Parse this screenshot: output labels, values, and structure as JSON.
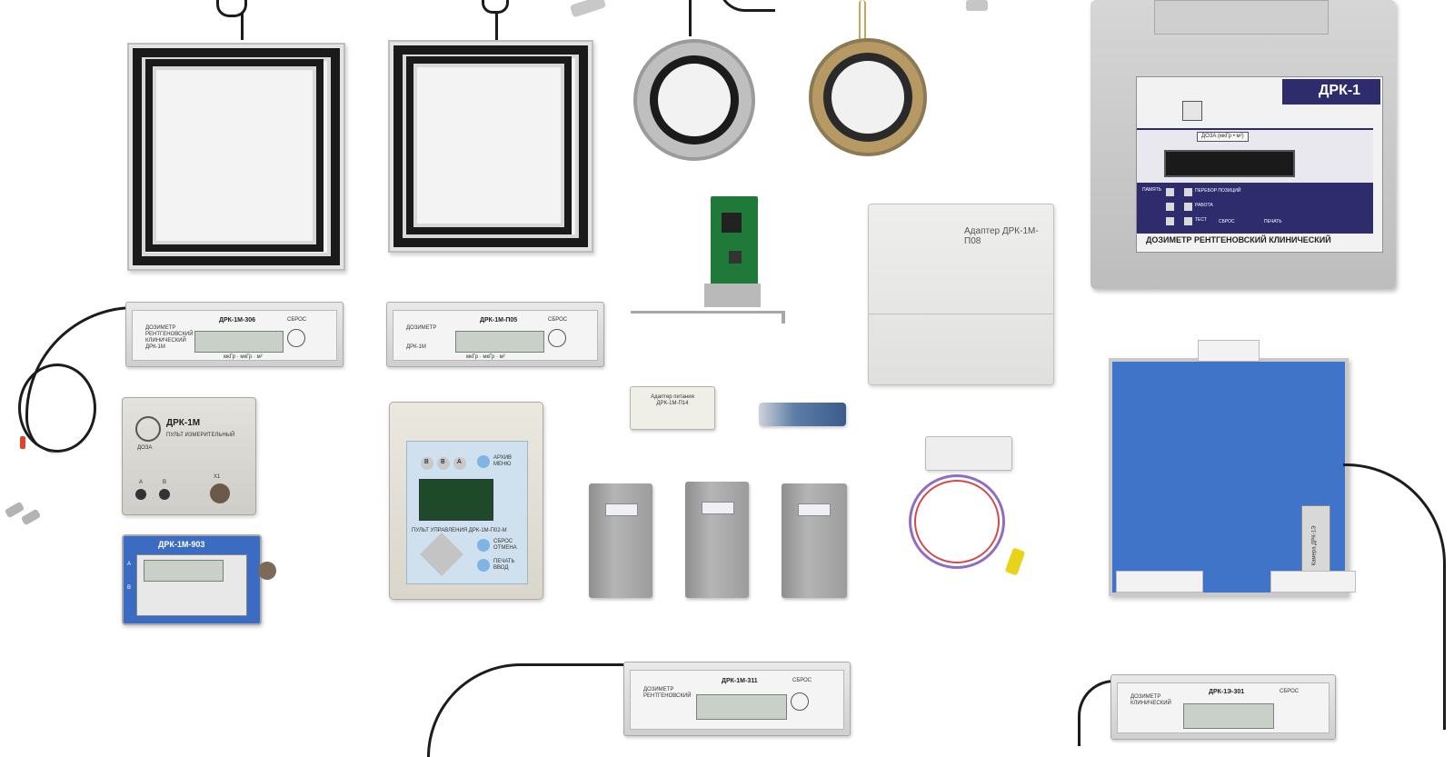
{
  "labels": {
    "drk1_title": "ДРК-1",
    "drk1_dose": "ДОЗА (мкГр • м²)",
    "drk1_bottom": "ДОЗИМЕТР РЕНТГЕНОВСКИЙ КЛИНИЧЕСКИЙ",
    "drk1_memory": "ПАМЯТЬ",
    "drk1_browse": "ПЕРЕБОР ПОЗИЦИЙ",
    "drk1_work": "РАБОТА",
    "drk1_test": "ТЕСТ",
    "drk1_reset": "СБРОС",
    "drk1_print": "ПЕЧАТЬ",
    "adapter_p08": "Адаптер ДРК-1М-П08",
    "unit_306": "ДРК-1М-306",
    "unit_p05": "ДРК-1М-П05",
    "unit_311": "ДРК-1М-311",
    "unit_301": "ДРК-1Э-301",
    "dosimeter_line1": "ДОЗИМЕТР",
    "dosimeter_line2": "РЕНТГЕНОВСКИЙ",
    "dosimeter_line3": "КЛИНИЧЕСКИЙ",
    "dosimeter_line4": "ДРК-1М",
    "reset": "СБРОС",
    "units_row": "мкГр · мкГр · м²",
    "measuring_title": "ДРК-1М",
    "measuring_sub": "ПУЛЬТ ИЗМЕРИТЕЛЬНЫЙ",
    "doza": "ДОЗА",
    "port_a": "А",
    "port_b": "В",
    "port_x1": "Х1",
    "unit_903": "ДРК-1М-903",
    "unit_903_a": "А",
    "unit_903_b": "В",
    "control_panel": "ПУЛЬТ УПРАВЛЕНИЯ ДРК-1М-П02-М",
    "archive_menu": "АРХИВ МЕНЮ",
    "reset_cancel": "СБРОС ОТМЕНА",
    "print_enter": "ПЕЧАТЬ ВВОД",
    "btn_b1": "В",
    "btn_b2": "В",
    "btn_a": "А",
    "adapter_small": "Адаптер питания ДРК-1М-П14",
    "chamber_label": "Камера ДРК-1Э"
  },
  "colors": {
    "drk1_navy": "#2f2c6e",
    "blue_panel": "#3f74c8",
    "pcb_green": "#1f7a3a",
    "yellow_plug": "#e9d21a"
  }
}
